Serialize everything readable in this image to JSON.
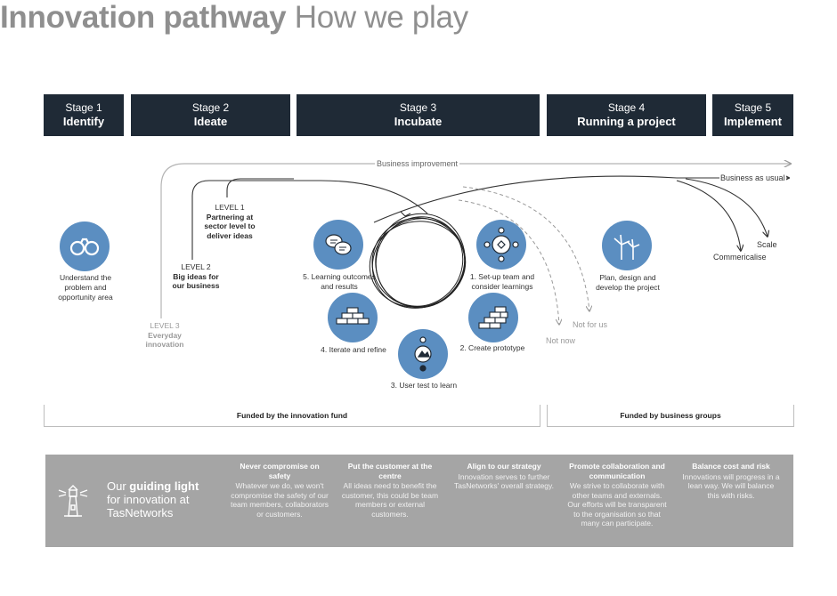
{
  "title": {
    "bold": "Innovation pathway",
    "light": "How we play"
  },
  "stages": [
    {
      "num": "Stage 1",
      "name": "Identify"
    },
    {
      "num": "Stage 2",
      "name": "Ideate"
    },
    {
      "num": "Stage 3",
      "name": "Incubate"
    },
    {
      "num": "Stage 4",
      "name": "Running a project"
    },
    {
      "num": "Stage 5",
      "name": "Implement"
    }
  ],
  "flows": {
    "business_improvement": "Business improvement",
    "business_as_usual": "Business as usual",
    "scale": "Scale",
    "commercialise": "Commericalise",
    "not_for_us": "Not for us",
    "not_now": "Not now"
  },
  "identify_label": "Understand the problem and opportunity area",
  "levels": {
    "level1": {
      "tag": "LEVEL 1",
      "text": "Partnering at sector level to deliver ideas"
    },
    "level2": {
      "tag": "LEVEL 2",
      "text": "Big ideas for our business"
    },
    "level3": {
      "tag": "LEVEL 3",
      "text": "Everyday innovation"
    }
  },
  "cycle": {
    "step1": "1. Set-up team and consider learnings",
    "step2": "2. Create prototype",
    "step3": "3. User test to learn",
    "step4": "4. Iterate and refine",
    "step5": "5. Learning outcomes and results"
  },
  "project_label": "Plan, design and develop the project",
  "funding": {
    "innovation_fund": "Funded by the innovation fund",
    "business_groups": "Funded by business groups"
  },
  "guiding": {
    "prefix": "Our",
    "bold": "guiding light",
    "suffix": "for innovation at TasNetworks",
    "values": [
      {
        "title": "Never compromise on safety",
        "text": "Whatever we do, we won't compromise the safety of our team members, collaborators or customers."
      },
      {
        "title": "Put the customer at the centre",
        "text": "All ideas need to benefit the customer, this could be team members or external customers."
      },
      {
        "title": "Align to our strategy",
        "text": "Innovation serves to further TasNetworks' overall strategy."
      },
      {
        "title": "Promote collaboration and communication",
        "text": "We strive to collaborate with other teams and externals. Our efforts will be transparent to the organisation so that many can participate."
      },
      {
        "title": "Balance cost and risk",
        "text": "Innovations will progress in a lean way. We will balance this with risks."
      }
    ]
  },
  "colors": {
    "stage_bg": "#1f2a36",
    "icon_blue": "#5b8ec1",
    "panel_gray": "#a5a5a5",
    "title_gray": "#8f8f8f"
  }
}
